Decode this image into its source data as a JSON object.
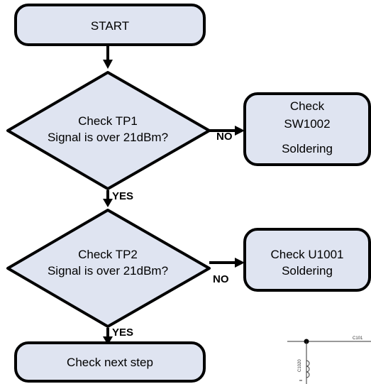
{
  "flowchart": {
    "nodes": {
      "start": {
        "label": "START"
      },
      "decision_tp1": {
        "line1": "Check TP1",
        "line2": "Signal is over 21dBm?"
      },
      "check_sw1002": {
        "line1": "Check",
        "line2": "SW1002",
        "line3": "Soldering"
      },
      "decision_tp2": {
        "line1": "Check TP2",
        "line2": "Signal is over 21dBm?"
      },
      "check_u1001": {
        "line1": "Check U1001",
        "line2": "Soldering"
      },
      "next_step": {
        "label": "Check next step"
      }
    },
    "edges": {
      "tp1_no": "NO",
      "tp1_yes": "YES",
      "tp2_no": "NO",
      "tp2_yes": "YES"
    }
  },
  "schematic_fragment": {
    "labels": {
      "c1020": "C1020",
      "c1015": "C101"
    }
  },
  "colors": {
    "node_fill": "#dfe4f1",
    "node_stroke": "#000000",
    "arrow": "#000000"
  }
}
